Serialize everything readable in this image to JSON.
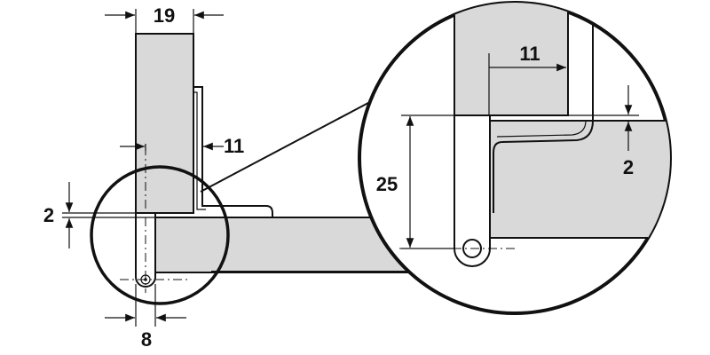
{
  "dimensions": {
    "panel_thickness": "19",
    "bracket_offset": "11",
    "reveal_left": "2",
    "hole_diameter": "8",
    "detail_offset": "11",
    "detail_depth": "25",
    "detail_reveal": "2"
  },
  "colors": {
    "panel_fill": "#d9d9d9",
    "line": "#111111",
    "background": "#ffffff"
  }
}
